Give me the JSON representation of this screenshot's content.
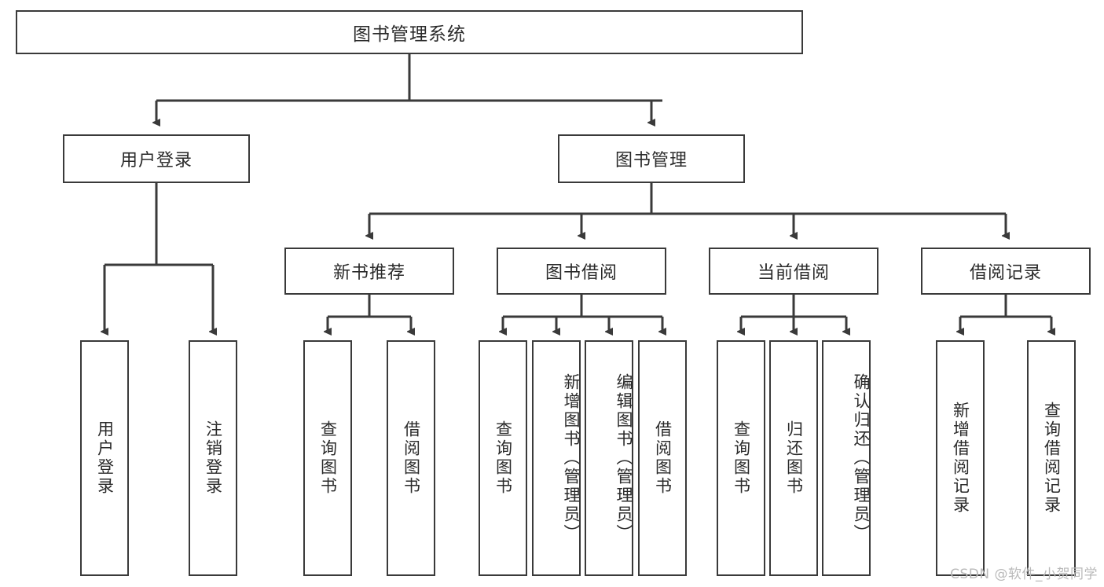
{
  "diagram": {
    "type": "tree-hierarchy",
    "title_node": {
      "id": "root",
      "label": "图书管理系统",
      "orientation": "horizontal"
    },
    "level2": [
      {
        "id": "user-login",
        "label": "用户登录",
        "orientation": "horizontal"
      },
      {
        "id": "book-manage",
        "label": "图书管理",
        "orientation": "horizontal"
      }
    ],
    "level3": [
      {
        "id": "new-book-rec",
        "label": "新书推荐",
        "orientation": "horizontal",
        "parent": "book-manage"
      },
      {
        "id": "book-borrow",
        "label": "图书借阅",
        "orientation": "horizontal",
        "parent": "book-manage"
      },
      {
        "id": "current-borrow",
        "label": "当前借阅",
        "orientation": "horizontal",
        "parent": "book-manage"
      },
      {
        "id": "borrow-record",
        "label": "借阅记录",
        "orientation": "horizontal",
        "parent": "book-manage"
      }
    ],
    "leaves": [
      {
        "id": "leaf-user-login",
        "label": "用户登录",
        "parent": "user-login"
      },
      {
        "id": "leaf-logout",
        "label": "注销登录",
        "parent": "user-login"
      },
      {
        "id": "leaf-query-book-1",
        "label": "查询图书",
        "parent": "new-book-rec"
      },
      {
        "id": "leaf-borrow-book-1",
        "label": "借阅图书",
        "parent": "new-book-rec"
      },
      {
        "id": "leaf-query-book-2",
        "label": "查询图书",
        "parent": "book-borrow"
      },
      {
        "id": "leaf-add-book",
        "label": "新增图书（管理员）",
        "parent": "book-borrow"
      },
      {
        "id": "leaf-edit-book",
        "label": "编辑图书（管理员）",
        "parent": "book-borrow"
      },
      {
        "id": "leaf-borrow-book-2",
        "label": "借阅图书",
        "parent": "book-borrow"
      },
      {
        "id": "leaf-query-book-3",
        "label": "查询图书",
        "parent": "current-borrow"
      },
      {
        "id": "leaf-return-book",
        "label": "归还图书",
        "parent": "current-borrow"
      },
      {
        "id": "leaf-confirm-return",
        "label": "确认归还（管理员）",
        "parent": "current-borrow"
      },
      {
        "id": "leaf-add-record",
        "label": "新增借阅记录",
        "parent": "borrow-record"
      },
      {
        "id": "leaf-query-record",
        "label": "查询借阅记录",
        "parent": "borrow-record"
      }
    ],
    "colors": {
      "stroke": "#3a3a3a",
      "text": "#2a2a2a",
      "background": "#ffffff",
      "watermark": "#b9b9b9"
    }
  },
  "watermark": {
    "text": "CSDN @软件_小贺同学"
  }
}
